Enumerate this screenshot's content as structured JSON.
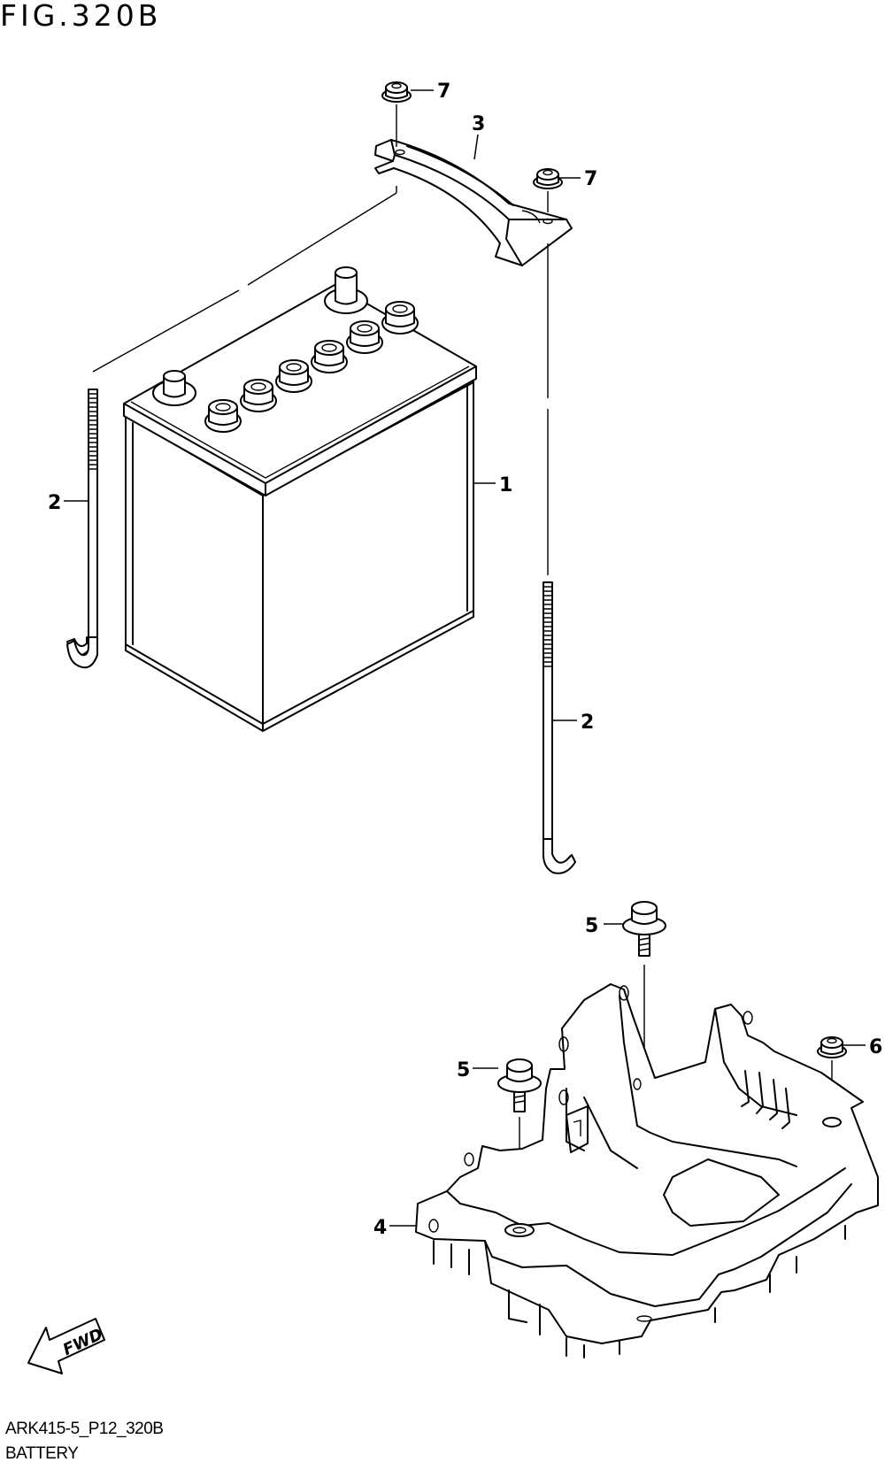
{
  "figure": {
    "title": "FIG.320B",
    "drawing_code": "ARK415-5_P12_320B",
    "name": "BATTERY"
  },
  "callouts": {
    "part_1": "1",
    "part_2_left": "2",
    "part_2_right": "2",
    "part_3": "3",
    "part_4": "4",
    "part_5_top": "5",
    "part_5_left": "5",
    "part_6": "6",
    "part_7_left": "7",
    "part_7_right": "7"
  },
  "fwd_arrow": {
    "label": "FWD"
  }
}
